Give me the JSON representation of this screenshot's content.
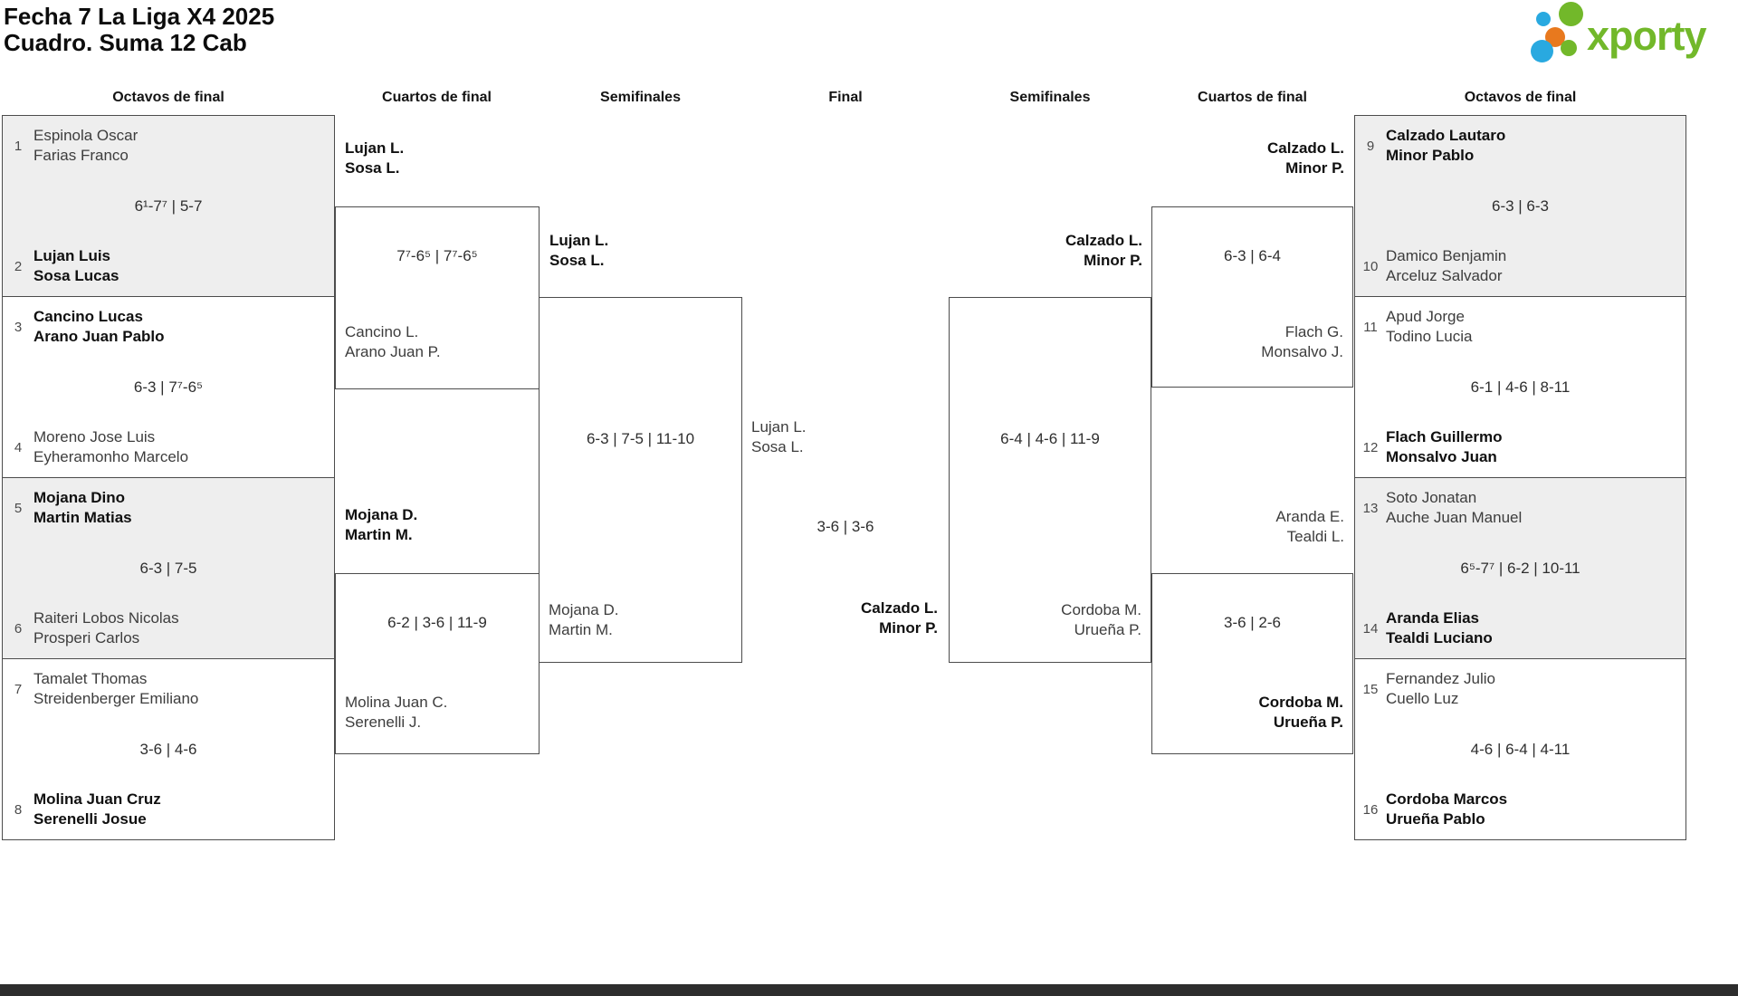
{
  "title": {
    "line1": "Fecha 7 La Liga X4 2025",
    "line2": "Cuadro. Suma 12 Cab"
  },
  "logo": {
    "text": "xporty",
    "green": "#72b82a",
    "blue": "#29a9e0",
    "orange": "#e8791e"
  },
  "round_headers": {
    "r16_left": "Octavos de final",
    "qf_left": "Cuartos de final",
    "sf_left": "Semifinales",
    "final": "Final",
    "sf_right": "Semifinales",
    "qf_right": "Cuartos de final",
    "r16_right": "Octavos de final"
  },
  "r16_left": [
    {
      "shaded": true,
      "score": "6¹-7⁷ | 5-7",
      "top": {
        "seed": "1",
        "p1": "Espinola Oscar",
        "p2": "Farias Franco",
        "winner": false
      },
      "bottom": {
        "seed": "2",
        "p1": "Lujan Luis",
        "p2": "Sosa Lucas",
        "winner": true
      }
    },
    {
      "shaded": false,
      "score": "6-3 | 7⁷-6⁵",
      "top": {
        "seed": "3",
        "p1": "Cancino Lucas",
        "p2": "Arano Juan Pablo",
        "winner": true
      },
      "bottom": {
        "seed": "4",
        "p1": "Moreno Jose Luis",
        "p2": "Eyheramonho Marcelo",
        "winner": false
      }
    },
    {
      "shaded": true,
      "score": "6-3 | 7-5",
      "top": {
        "seed": "5",
        "p1": "Mojana Dino",
        "p2": "Martin Matias",
        "winner": true
      },
      "bottom": {
        "seed": "6",
        "p1": "Raiteri Lobos Nicolas",
        "p2": "Prosperi Carlos",
        "winner": false
      }
    },
    {
      "shaded": false,
      "score": "3-6 | 4-6",
      "top": {
        "seed": "7",
        "p1": "Tamalet Thomas",
        "p2": "Streidenberger Emiliano",
        "winner": false
      },
      "bottom": {
        "seed": "8",
        "p1": "Molina Juan Cruz",
        "p2": "Serenelli Josue",
        "winner": true
      }
    }
  ],
  "r16_right": [
    {
      "shaded": true,
      "score": "6-3 | 6-3",
      "top": {
        "seed": "9",
        "p1": "Calzado Lautaro",
        "p2": "Minor Pablo",
        "winner": true
      },
      "bottom": {
        "seed": "10",
        "p1": "Damico Benjamin",
        "p2": "Arceluz Salvador",
        "winner": false
      }
    },
    {
      "shaded": false,
      "score": "6-1 | 4-6 | 8-11",
      "top": {
        "seed": "11",
        "p1": "Apud Jorge",
        "p2": "Todino Lucia",
        "winner": false
      },
      "bottom": {
        "seed": "12",
        "p1": "Flach Guillermo",
        "p2": "Monsalvo Juan",
        "winner": true
      }
    },
    {
      "shaded": true,
      "score": "6⁵-7⁷ | 6-2 | 10-11",
      "top": {
        "seed": "13",
        "p1": "Soto Jonatan",
        "p2": "Auche Juan Manuel",
        "winner": false
      },
      "bottom": {
        "seed": "14",
        "p1": "Aranda Elias",
        "p2": "Tealdi Luciano",
        "winner": true
      }
    },
    {
      "shaded": false,
      "score": "4-6 | 6-4 | 4-11",
      "top": {
        "seed": "15",
        "p1": "Fernandez Julio",
        "p2": "Cuello Luz",
        "winner": false
      },
      "bottom": {
        "seed": "16",
        "p1": "Cordoba Marcos",
        "p2": "Urueña Pablo",
        "winner": true
      }
    }
  ],
  "qf": {
    "left_top": {
      "above": {
        "p1": "Lujan L.",
        "p2": "Sosa L.",
        "winner": true
      },
      "score": "7⁷-6⁵ | 7⁷-6⁵",
      "inside": {
        "p1": "Cancino L.",
        "p2": "Arano Juan P.",
        "winner": false
      }
    },
    "left_bottom": {
      "above": {
        "p1": "Mojana D.",
        "p2": "Martin M.",
        "winner": true
      },
      "score": "6-2 | 3-6 | 11-9",
      "inside": {
        "p1": "Molina Juan C.",
        "p2": "Serenelli J.",
        "winner": false
      }
    },
    "right_top": {
      "above": {
        "p1": "Calzado L.",
        "p2": "Minor P.",
        "winner": true
      },
      "score": "6-3 | 6-4",
      "inside": {
        "p1": "Flach G.",
        "p2": "Monsalvo J.",
        "winner": false
      }
    },
    "right_bottom": {
      "above": {
        "p1": "Aranda E.",
        "p2": "Tealdi L.",
        "winner": false
      },
      "score": "3-6 | 2-6",
      "inside": {
        "p1": "Cordoba M.",
        "p2": "Urueña P.",
        "winner": true
      }
    }
  },
  "sf": {
    "left": {
      "above": {
        "p1": "Lujan L.",
        "p2": "Sosa L.",
        "winner": true
      },
      "score": "6-3 | 7-5 | 11-10",
      "inside": {
        "p1": "Mojana D.",
        "p2": "Martin M.",
        "winner": false
      }
    },
    "right": {
      "above": {
        "p1": "Calzado L.",
        "p2": "Minor P.",
        "winner": true
      },
      "score": "6-4 | 4-6 | 11-9",
      "inside": {
        "p1": "Cordoba M.",
        "p2": "Urueña P.",
        "winner": false
      }
    }
  },
  "final": {
    "left": {
      "p1": "Lujan L.",
      "p2": "Sosa L.",
      "winner": false
    },
    "score": "3-6 | 3-6",
    "right": {
      "p1": "Calzado L.",
      "p2": "Minor P.",
      "winner": true
    }
  }
}
